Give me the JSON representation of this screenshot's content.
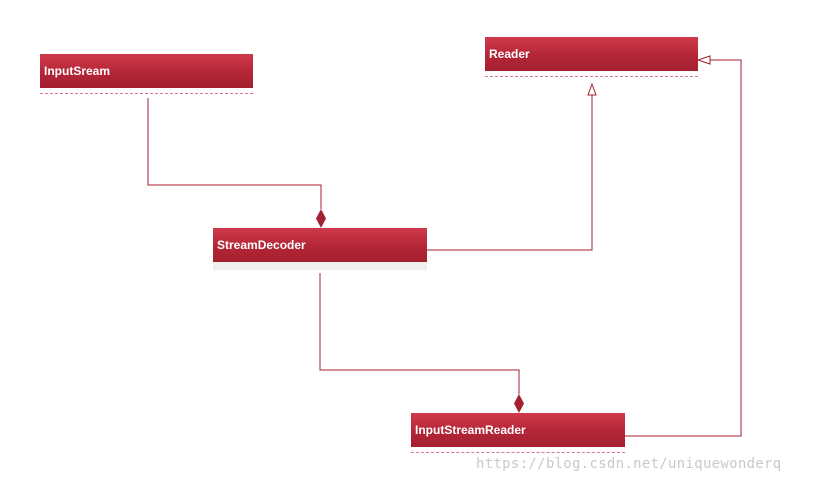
{
  "classes": {
    "input_stream": {
      "name": "InputSream"
    },
    "reader": {
      "name": "Reader"
    },
    "stream_decoder": {
      "name": "StreamDecoder"
    },
    "input_stream_reader": {
      "name": "InputStreamReader"
    }
  },
  "relationships": [
    {
      "from": "InputSream",
      "to": "StreamDecoder",
      "type": "composition"
    },
    {
      "from": "StreamDecoder",
      "to": "Reader",
      "type": "generalization"
    },
    {
      "from": "StreamDecoder",
      "to": "InputStreamReader",
      "type": "composition"
    },
    {
      "from": "InputStreamReader",
      "to": "Reader",
      "type": "generalization"
    }
  ],
  "colors": {
    "header": "#b32637",
    "line": "#a41f2f"
  },
  "watermark": "https://blog.csdn.net/uniquewonderq"
}
